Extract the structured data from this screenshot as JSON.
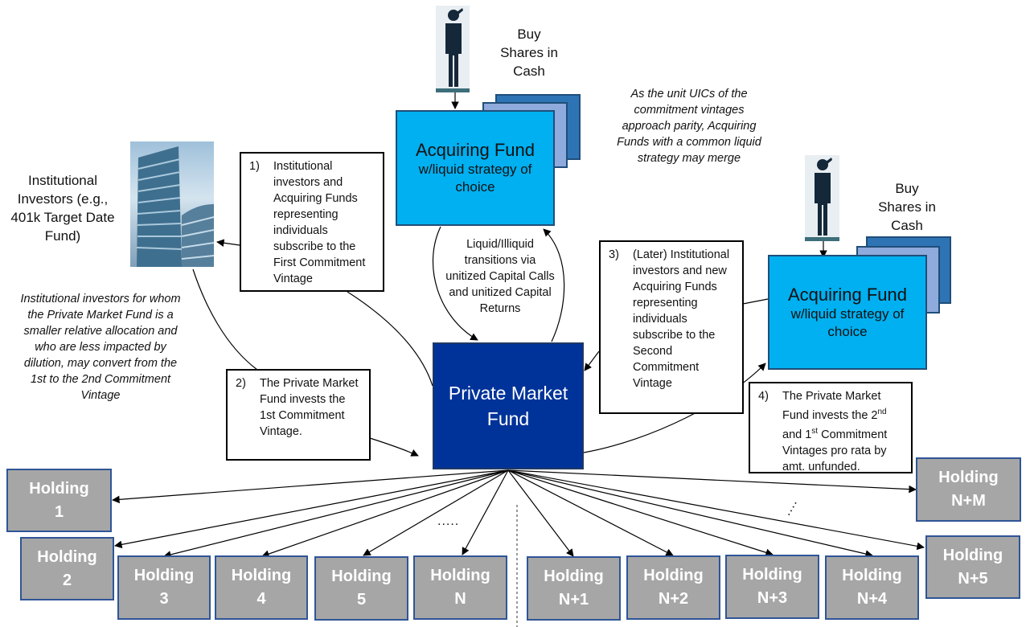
{
  "acquiring_fund_top": {
    "title": "Acquiring Fund",
    "subtitle": "w/liquid strategy of choice"
  },
  "acquiring_fund_right": {
    "title": "Acquiring Fund",
    "subtitle": "w/liquid strategy of choice"
  },
  "buy_shares_top": "Buy Shares in Cash",
  "buy_shares_right": "Buy Shares in Cash",
  "institutional_label": "Institutional Investors (e.g., 401k Target Date Fund)",
  "institutional_note": "Institutional investors for whom the Private Market Fund is a smaller relative allocation and who are less impacted by dilution, may convert from the 1st to the 2nd Commitment Vintage",
  "merge_note": "As the unit UICs of the commitment vintages approach parity, Acquiring Funds with a common liquid strategy may merge",
  "transitions": "Liquid/Illiquid transitions via unitized Capital Calls and unitized Capital Returns",
  "private_market_fund": "Private Market Fund",
  "steps": [
    {
      "num": "1)",
      "text": "Institutional investors and Acquiring Funds representing individuals subscribe to the First Commitment Vintage"
    },
    {
      "num": "2)",
      "text": "The Private Market Fund invests the 1st Commitment Vintage."
    },
    {
      "num": "3)",
      "text": "(Later) Institutional investors and new Acquiring Funds representing individuals subscribe to the Second Commitment Vintage"
    },
    {
      "num": "4)",
      "text_a": "The Private Market Fund invests the 2",
      "sup_a": "nd",
      "text_b": " and  1",
      "sup_b": "st",
      "text_c": " Commitment Vintages pro rata by amt. unfunded."
    }
  ],
  "holdings": [
    {
      "line1": "Holding",
      "line2": "1"
    },
    {
      "line1": "Holding",
      "line2": "2"
    },
    {
      "line1": "Holding",
      "line2": "3"
    },
    {
      "line1": "Holding",
      "line2": "4"
    },
    {
      "line1": "Holding",
      "line2": "5"
    },
    {
      "line1": "Holding",
      "line2": "N"
    },
    {
      "line1": "Holding",
      "line2": "N+1"
    },
    {
      "line1": "Holding",
      "line2": "N+2"
    },
    {
      "line1": "Holding",
      "line2": "N+3"
    },
    {
      "line1": "Holding",
      "line2": "N+4"
    },
    {
      "line1": "Holding",
      "line2": "N+5"
    },
    {
      "line1": "Holding",
      "line2": "N+M"
    }
  ],
  "ellipsis_h": ".....",
  "ellipsis_d": "....",
  "colors": {
    "acquiring_front": "#00b0f0",
    "acquiring_mid": "#8faadc",
    "acquiring_back": "#2e74b5",
    "private_market_fund": "#003399",
    "holding": "#a6a6a6",
    "holding_border": "#2f5597"
  }
}
